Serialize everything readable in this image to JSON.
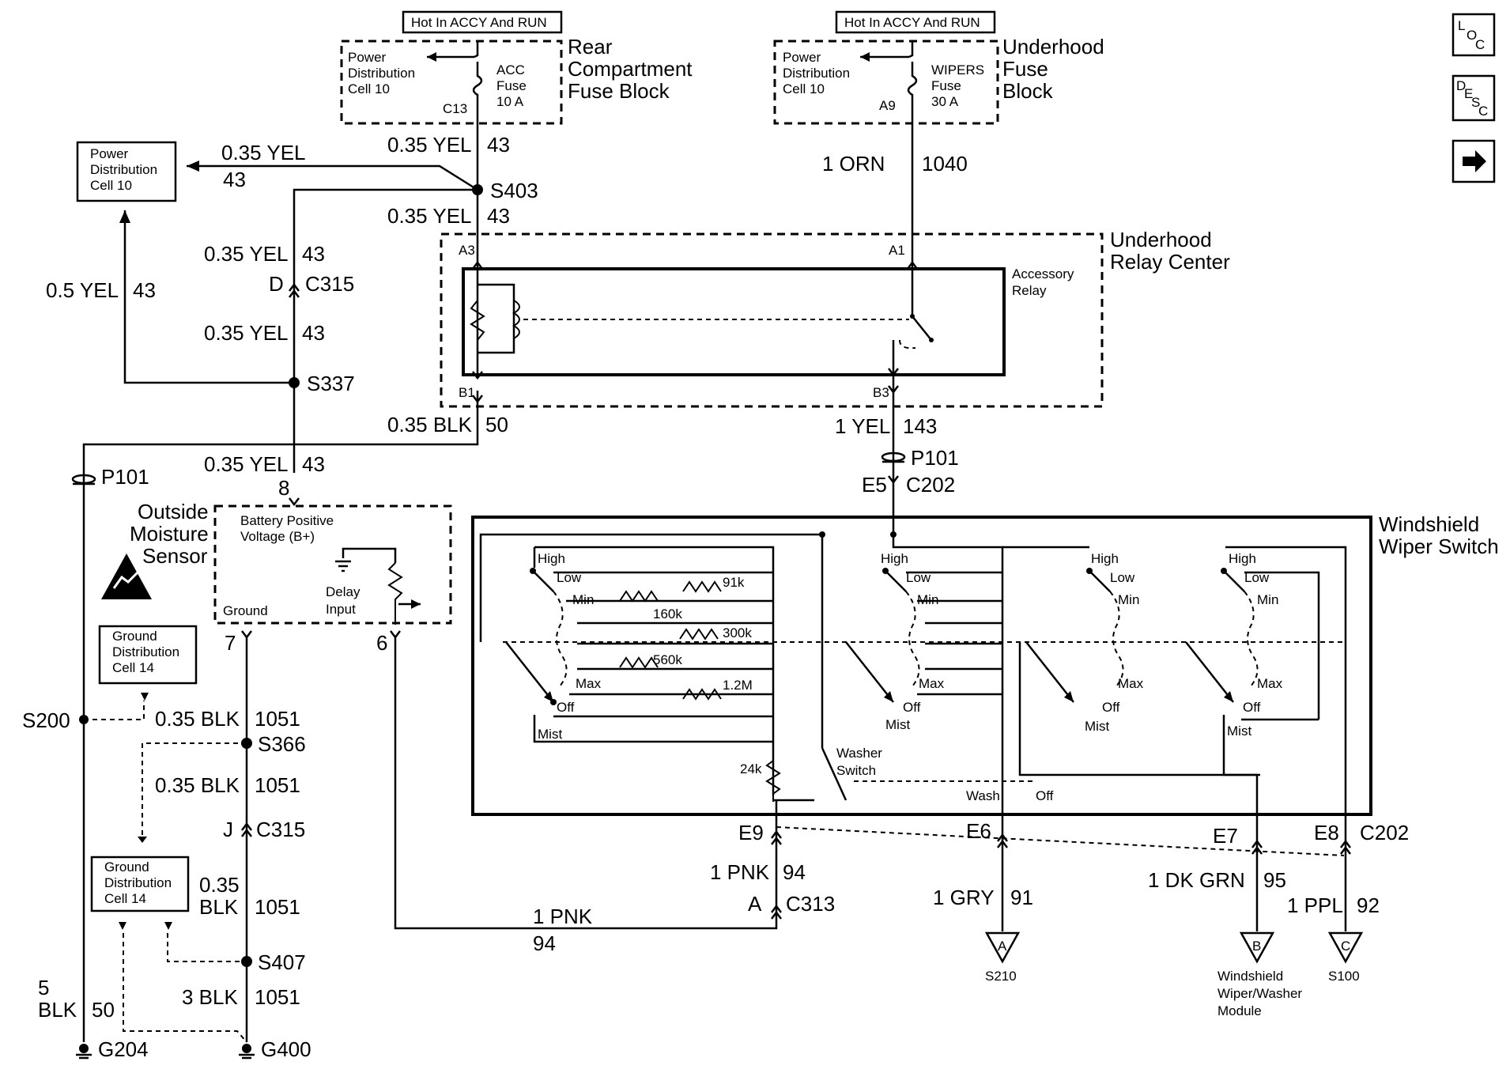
{
  "nav_buttons": {
    "loc": {
      "label": "LOC"
    },
    "desc": {
      "label": "DESC"
    },
    "next": {
      "icon": "arrow-right-icon"
    }
  },
  "labels": {
    "hot_left": "Hot In ACCY And RUN",
    "hot_right": "Hot In ACCY And RUN",
    "pdc10_a": "Power Distribution Cell 10",
    "pdc10_b": "Power Distribution Cell 10",
    "pdc10_c": "Power Distribution Cell 10",
    "acc_fuse": "ACC Fuse 10 A",
    "wipers_fuse": "WIPERS Fuse 30 A",
    "c13": "C13",
    "a9": "A9",
    "rear_cfb": "Rear Compartment Fuse Block",
    "uh_fuse_block": "Underhood Fuse Block",
    "uh_relay_center": "Underhood Relay Center",
    "accessory_relay": "Accessory Relay",
    "a3": "A3",
    "a1": "A1",
    "b1": "B1",
    "b3": "B3",
    "w1_035yel": "0.35 YEL",
    "w1_43": "43",
    "w2_035yel": "0.35 YEL",
    "w2_43": "43",
    "w3_035yel": "0.35 YEL",
    "w3_43": "43",
    "w4_035yel": "0.35 YEL",
    "w4_43": "43",
    "w5_035yel": "0.35 YEL",
    "w5_43": "43",
    "w6_035yel": "0.35 YEL",
    "w6_43": "43",
    "w_05yel": "0.5 YEL",
    "w_05yel_43": "43",
    "s403": "S403",
    "s337": "S337",
    "c315_d": "D",
    "c315": "C315",
    "w_035blk": "0.35 BLK",
    "w_035blk_50": "50",
    "orn": "1 ORN",
    "orn_1040": "1040",
    "yel1": "1 YEL",
    "yel1_143": "143",
    "p101_left": "P101",
    "p101_right": "P101",
    "e5": "E5",
    "c202": "C202",
    "ws_switch": "Windshield Wiper Switch",
    "oms": "Outside Moisture Sensor",
    "bpv": "Battery Positive Voltage (B+)",
    "ground": "Ground",
    "delay_input": "Delay Input",
    "pin8": "8",
    "pin7": "7",
    "pin6": "6",
    "gdc14_a": "Ground Distribution Cell 14",
    "gdc14_b": "Ground Distribution Cell 14",
    "s200": "S200",
    "blk1051_a": "0.35 BLK",
    "n1051_a": "1051",
    "s366": "S366",
    "blk1051_b": "0.35 BLK",
    "n1051_b": "1051",
    "j": "J",
    "c315_j": "C315",
    "blk1051_c1": "0.35",
    "blk1051_c2": "BLK",
    "n1051_c": "1051",
    "s407": "S407",
    "blk3": "3 BLK",
    "n1051_d": "1051",
    "blk5_a": "5",
    "blk5_b": "BLK",
    "n50": "50",
    "g204": "G204",
    "g400": "G400",
    "pnk_94a": "1 PNK",
    "n94a": "94",
    "pnk_94b": "1 PNK",
    "n94b": "94",
    "a_c313": "A",
    "c313": "C313",
    "e9": "E9",
    "e6": "E6",
    "e7": "E7",
    "e8": "E8",
    "c202b": "C202",
    "gry": "1 GRY",
    "n91": "91",
    "dkgrn": "1 DK GRN",
    "n95": "95",
    "ppl": "1 PPL",
    "n92": "92",
    "s210": "S210",
    "s100": "S100",
    "tri_a": "A",
    "tri_b": "B",
    "tri_c": "C",
    "wwm": "Windshield Wiper/Washer Module",
    "high": "High",
    "low": "Low",
    "min": "Min",
    "max": "Max",
    "off": "Off",
    "mist": "Mist",
    "r91k": "91k",
    "r160k": "160k",
    "r300k": "300k",
    "r560k": "560k",
    "r12m": "1.2M",
    "r24k": "24k",
    "washer_switch": "Washer Switch",
    "wash": "Wash",
    "wash_off": "Off"
  }
}
